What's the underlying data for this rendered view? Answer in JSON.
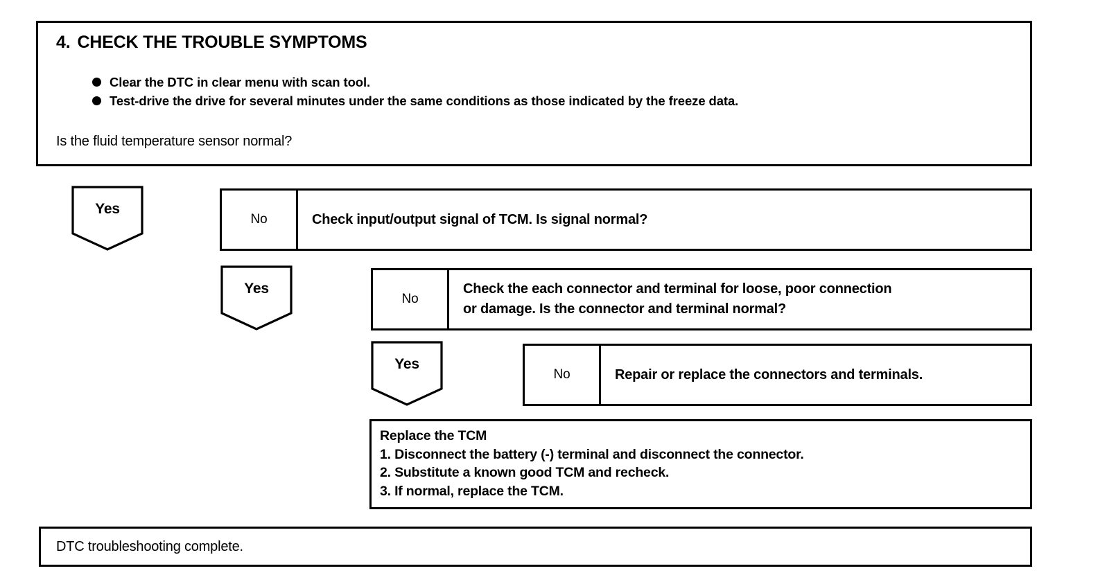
{
  "step": {
    "number": "4.",
    "title": "CHECK THE TROUBLE SYMPTOMS",
    "bullets": [
      "Clear the DTC in clear menu with scan tool.",
      "Test-drive the drive for several minutes under the same conditions as those indicated by the freeze data."
    ],
    "question": "Is the fluid temperature sensor normal?"
  },
  "branches": [
    {
      "yes_label": "Yes",
      "no_label": "No",
      "lines": [
        "Check input/output signal of TCM. Is signal normal?"
      ]
    },
    {
      "yes_label": "Yes",
      "no_label": "No",
      "lines": [
        "Check the each connector and terminal for loose, poor connection",
        "or damage. Is the connector and terminal normal?"
      ]
    },
    {
      "yes_label": "Yes",
      "no_label": "No",
      "lines": [
        "Repair or replace the connectors and terminals."
      ]
    }
  ],
  "tcm_block": {
    "heading": "Replace the TCM",
    "steps": [
      "1. Disconnect the battery (-) terminal and disconnect the connector.",
      "2. Substitute a known good TCM and recheck.",
      "3. If normal, replace the TCM."
    ]
  },
  "footer": {
    "text": "DTC troubleshooting complete."
  },
  "colors": {
    "ink": "#000000",
    "paper": "#ffffff"
  }
}
